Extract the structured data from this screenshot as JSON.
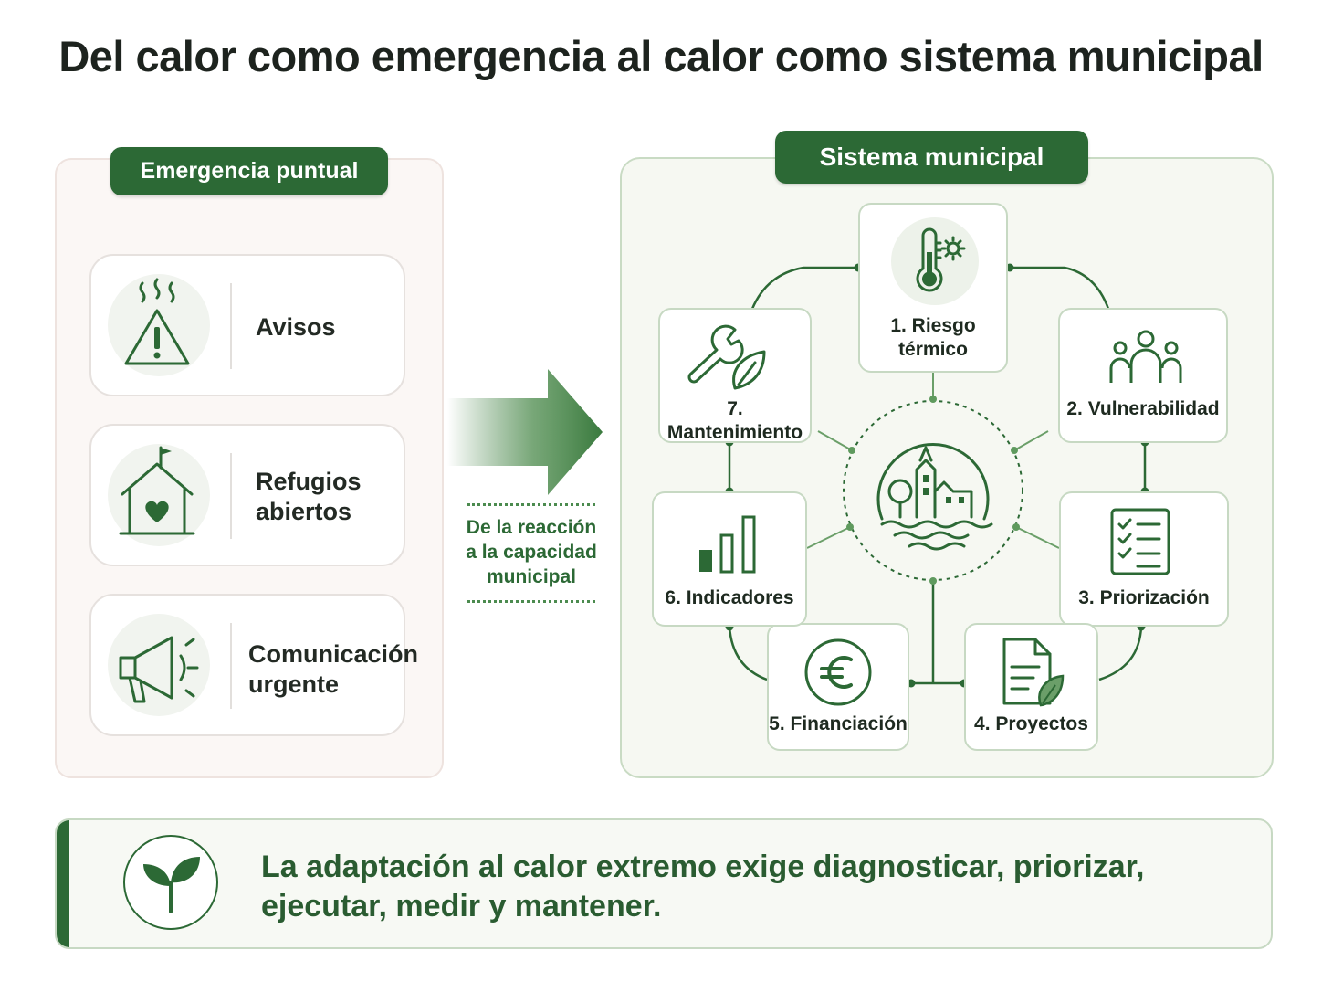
{
  "title": "Del calor como emergencia al calor como sistema municipal",
  "left": {
    "heading": "Emergencia puntual",
    "cards": [
      {
        "label": "Avisos",
        "icon": "warning-heat-icon"
      },
      {
        "label_line1": "Refugios",
        "label_line2": "abiertos",
        "icon": "shelter-heart-icon"
      },
      {
        "label_line1": "Comunicación",
        "label_line2": "urgente",
        "icon": "megaphone-icon"
      }
    ]
  },
  "transition": {
    "line1": "De la reacción",
    "line2": "a la capacidad",
    "line3": "municipal"
  },
  "right": {
    "heading": "Sistema municipal",
    "center_icon": "town-landscape-icon",
    "nodes": [
      {
        "label_line1": "1. Riesgo",
        "label_line2": "térmico",
        "icon": "thermometer-sun-icon"
      },
      {
        "label": "2. Vulnerabilidad",
        "icon": "people-group-icon"
      },
      {
        "label": "3. Priorización",
        "icon": "checklist-icon"
      },
      {
        "label": "4. Proyectos",
        "icon": "document-leaf-icon"
      },
      {
        "label": "5. Financiación",
        "icon": "euro-icon"
      },
      {
        "label": "6. Indicadores",
        "icon": "bar-chart-icon"
      },
      {
        "label": "7. Mantenimiento",
        "icon": "wrench-leaf-icon"
      }
    ]
  },
  "banner": {
    "line1": "La adaptación al calor extremo exige diagnosticar, priorizar,",
    "line2": "ejecutar, medir y mantener.",
    "icon": "sprout-icon"
  },
  "colors": {
    "primary_green": "#2c6935",
    "light_green_bg": "#f6f8f2",
    "left_panel_bg": "#fbf7f5"
  }
}
